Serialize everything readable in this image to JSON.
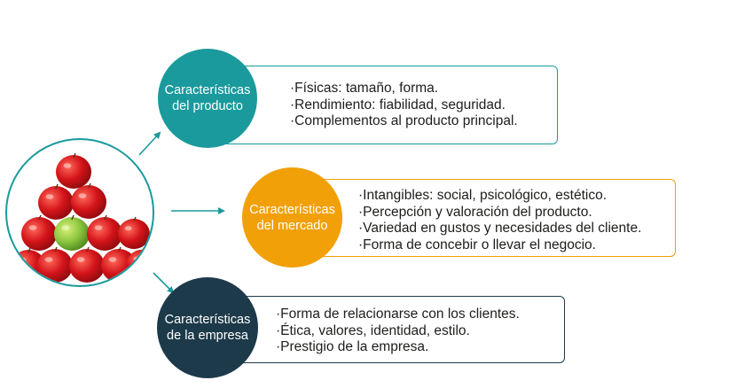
{
  "colors": {
    "producto": "#1a9a9c",
    "mercado": "#f2a007",
    "empresa": "#1d3a4a",
    "arrow": "#1a9a9c"
  },
  "hub": {
    "icon": "apple-pyramid-icon"
  },
  "producto": {
    "title": "Características\ndel producto",
    "items": [
      "·Físicas: tamaño, forma.",
      "·Rendimiento: fiabilidad, seguridad.",
      "·Complementos al producto principal."
    ]
  },
  "mercado": {
    "title": "Características\ndel mercado",
    "items": [
      "·Intangibles: social, psicológico, estético.",
      "·Percepción y valoración del producto.",
      "·Variedad en gustos y necesidades del cliente.",
      "·Forma de concebir o llevar el negocio."
    ]
  },
  "empresa": {
    "title": "Características\nde la empresa",
    "items": [
      "·Forma de relacionarse con los clientes.",
      "·Ética, valores, identidad, estilo.",
      "·Prestigio de la empresa."
    ]
  }
}
